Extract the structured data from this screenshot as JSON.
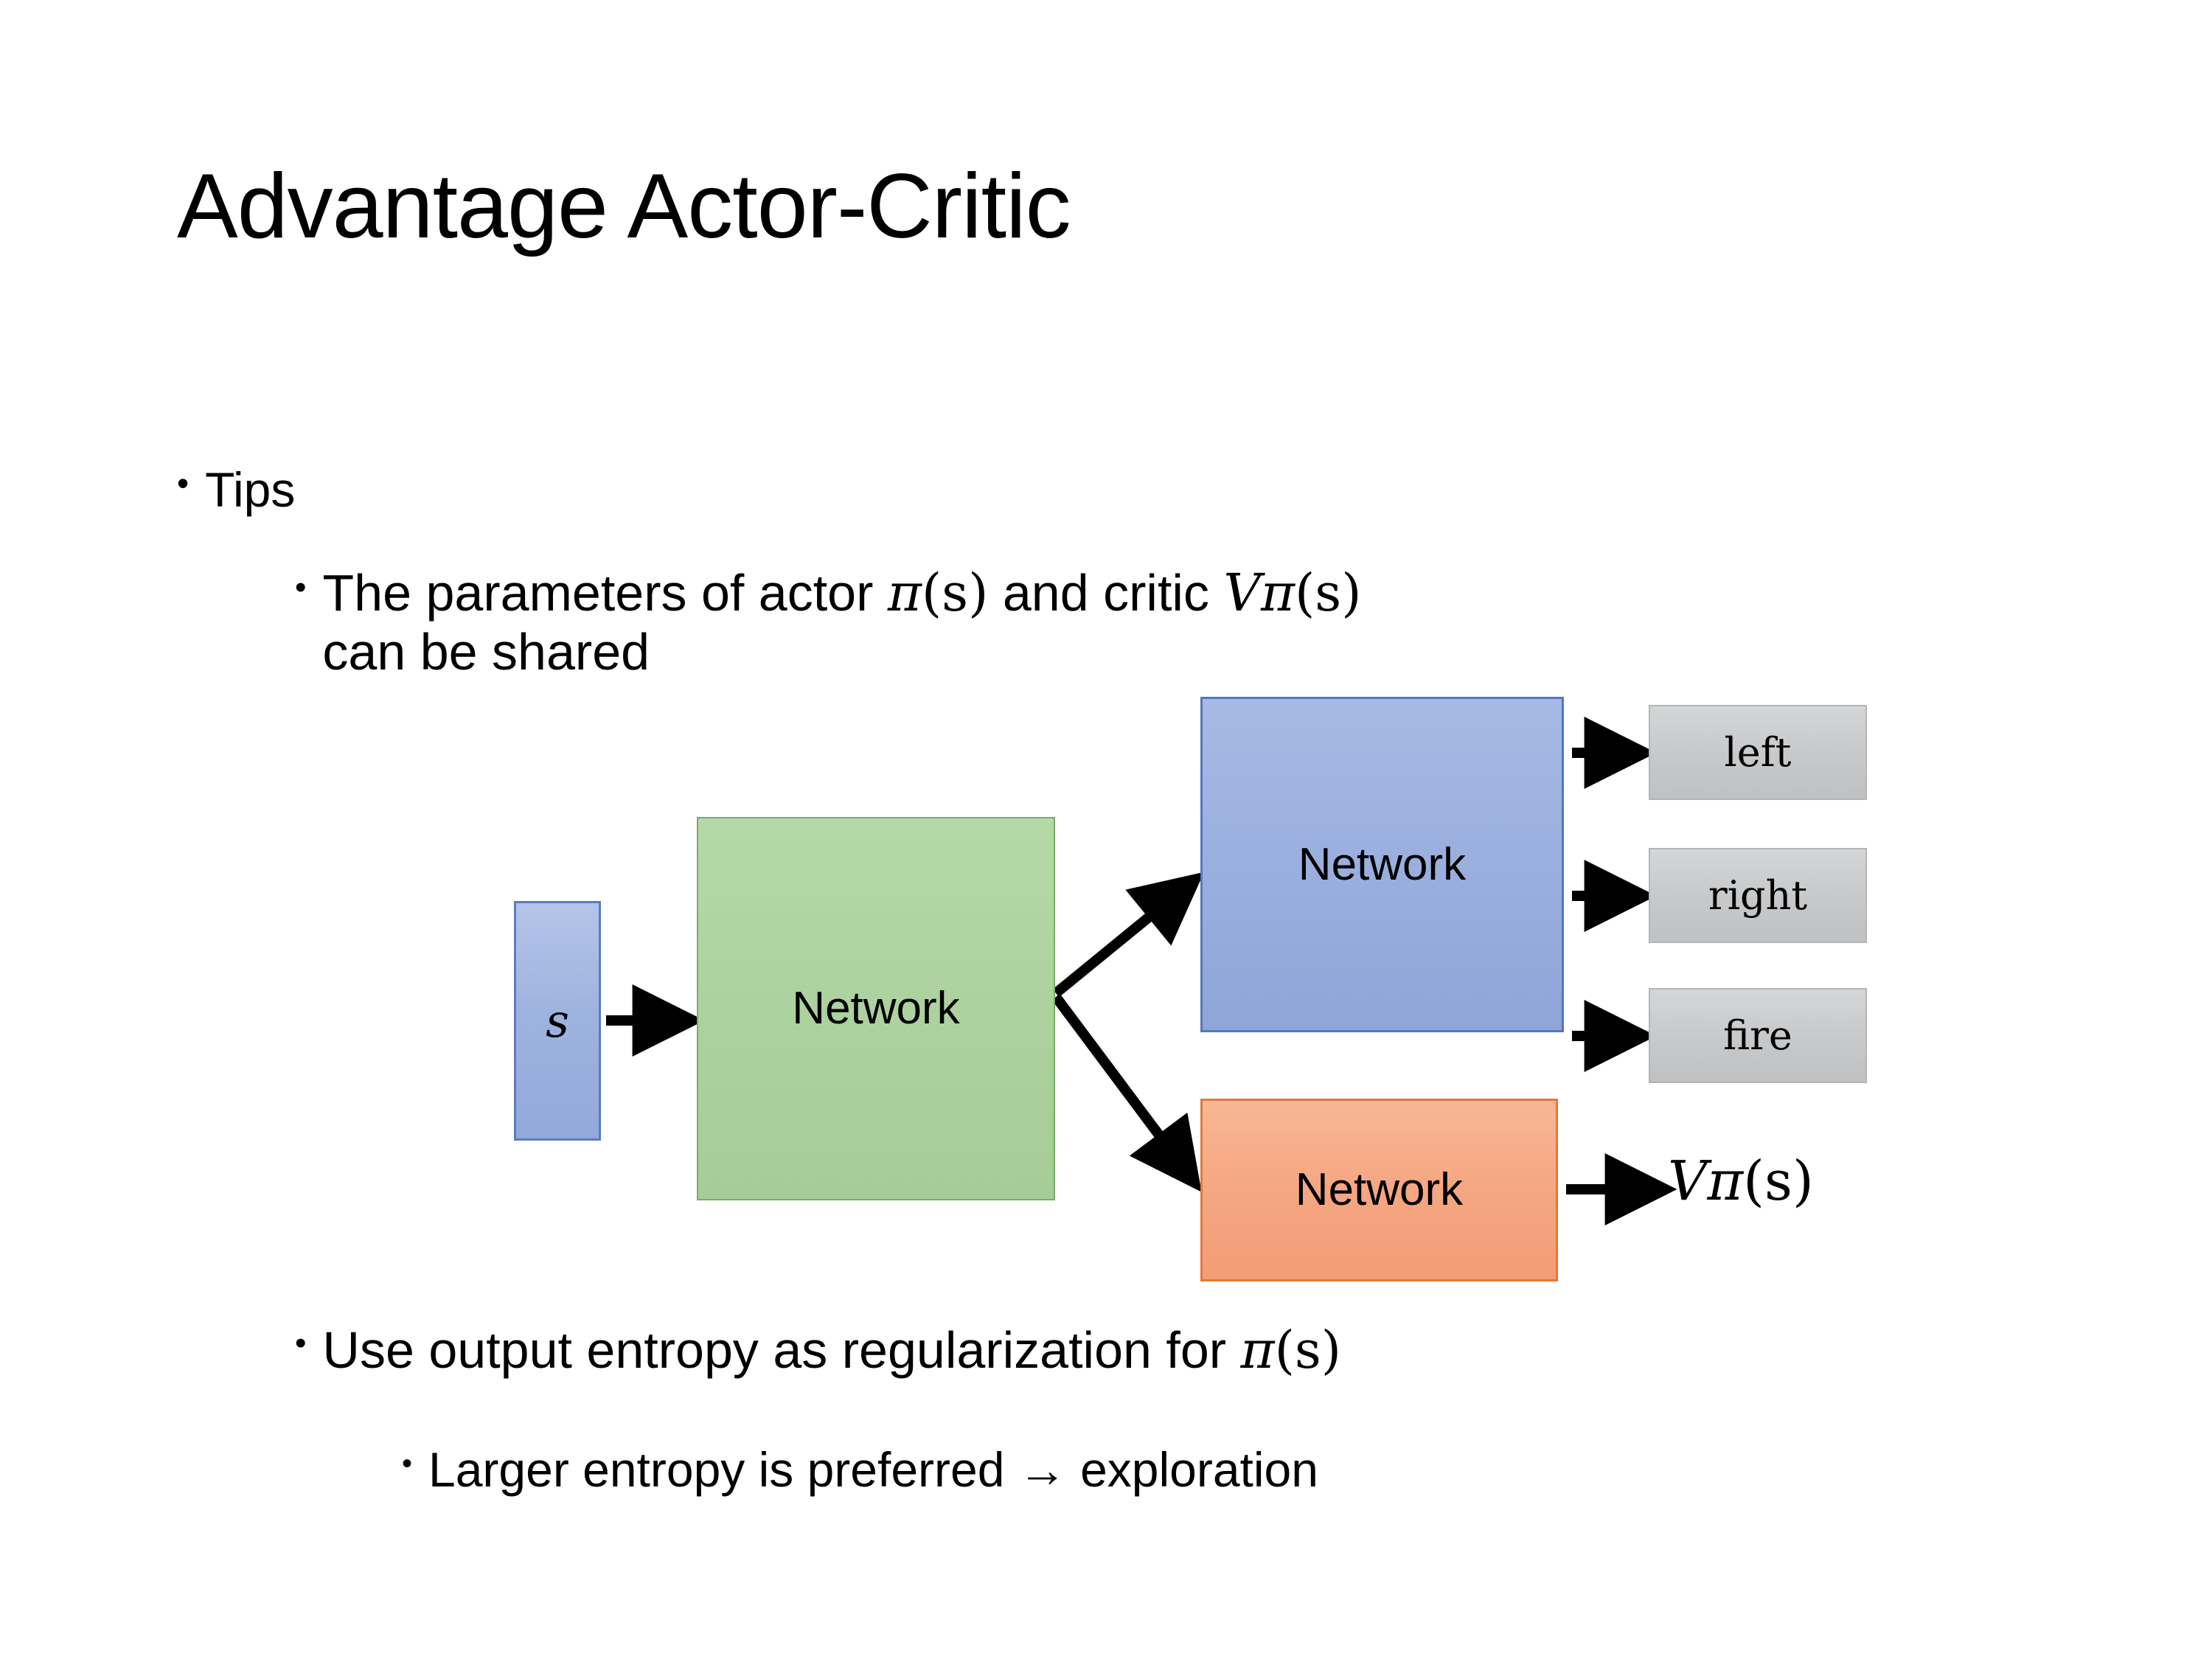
{
  "slide": {
    "title": "Advantage Actor-Critic",
    "background_color": "#ffffff",
    "text_color": "#000000"
  },
  "bullets": {
    "tips": {
      "marker": "•",
      "text": "Tips"
    },
    "shared": {
      "marker": "•",
      "text_plain": "The parameters of actor π(s)  and critic Vπ(s) can be shared",
      "part1": "The parameters of actor ",
      "math1_pi": "π",
      "math1_arg": "(s)",
      "part2": "  and critic ",
      "math2_V": "V",
      "math2_sup": "π",
      "math2_arg": "(s)",
      "line2": "can be shared"
    },
    "entropy": {
      "marker": "•",
      "text_plain": "Use output entropy as regularization for π(s)",
      "part1": "Use output entropy as regularization for ",
      "math_pi": "π",
      "math_arg": "(s)"
    },
    "larger": {
      "marker": "•",
      "text": "Larger entropy is preferred → exploration"
    }
  },
  "diagram": {
    "state_box": {
      "label": "s",
      "fill": "#9fb3df",
      "border": "#5b7cc0"
    },
    "shared_network": {
      "label": "Network",
      "fill": "#aed3a0",
      "border": "#7aab6a"
    },
    "actor_network": {
      "label": "Network",
      "fill": "#9cb0df",
      "border": "#5577bd"
    },
    "critic_network": {
      "label": "Network",
      "fill": "#f5a883",
      "border": "#e2793c"
    },
    "action_outputs": [
      {
        "label": "left",
        "fill": "#c7c9cb",
        "border": "#b3b5b7"
      },
      {
        "label": "right",
        "fill": "#c7c9cb",
        "border": "#b3b5b7"
      },
      {
        "label": "fire",
        "fill": "#c7c9cb",
        "border": "#b3b5b7"
      }
    ],
    "value_output": {
      "V": "V",
      "sup": "π",
      "arg": "(s)"
    },
    "arrow_color": "#000000"
  }
}
